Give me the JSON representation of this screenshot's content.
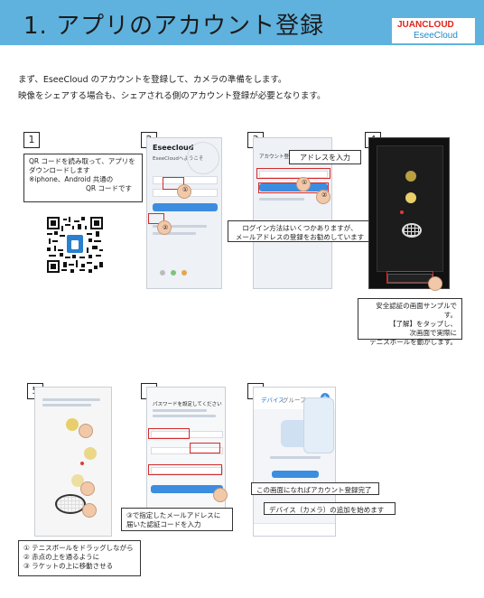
{
  "header": {
    "title": "1. アプリのアカウント登録",
    "logo_brand": "JUANCLOUD",
    "logo_product": "EseeCloud"
  },
  "intro": {
    "line1": "まず、EseeCloud のアカウントを登録して、カメラの準備をします。",
    "line2": "映像をシェアする場合も、シェアされる側のアカウント登録が必要となります。"
  },
  "steps": {
    "s1": {
      "number": "1",
      "callout_l1": "QR コードを読み取って、アプリを",
      "callout_l2": "ダウンロードします",
      "callout_l3": "※iphone、Android 共通の",
      "callout_l4": "QR コードです"
    },
    "s2": {
      "number": "2",
      "app_name": "Eseecloud",
      "welcome": "EseeCloudへようこそ",
      "marker1": "①",
      "marker2": "②"
    },
    "s3": {
      "number": "3",
      "screen_title": "アカウント登録",
      "callout_top": "アドレスを入力",
      "marker1": "①",
      "marker2": "②",
      "callout_bottom_l1": "ログイン方法はいくつかありますが、",
      "callout_bottom_l2": "メールアドレスの登録をお勧めしています"
    },
    "s4": {
      "number": "4",
      "callout_l1": "安全認証の画面サンプルです。",
      "callout_l2": "【了解】をタップし、",
      "callout_l3": "次画面で実際に",
      "callout_l4": "テニスボールを動かします。"
    },
    "s5": {
      "number": "5",
      "callout_l1": "① テニスボールをドラッグしながら",
      "callout_l2": "② 赤点の上を通るように",
      "callout_l3": "③ ラケットの上に移動させる"
    },
    "s6": {
      "number": "6",
      "screen_title": "パスワードを設定してください",
      "callout_l1": "③で指定したメールアドレスに",
      "callout_l2": "届いた認証コードを入力"
    },
    "s7": {
      "number": "7",
      "tab_device": "デバイス",
      "tab_group": "グループ",
      "callout1": "この画面になればアカウント登録完了",
      "callout2": "デバイス（カメラ）の追加を始めます"
    }
  },
  "colors": {
    "header": "#5fb2de",
    "accent_red": "#d42b2b",
    "button_blue": "#3c8de0"
  }
}
